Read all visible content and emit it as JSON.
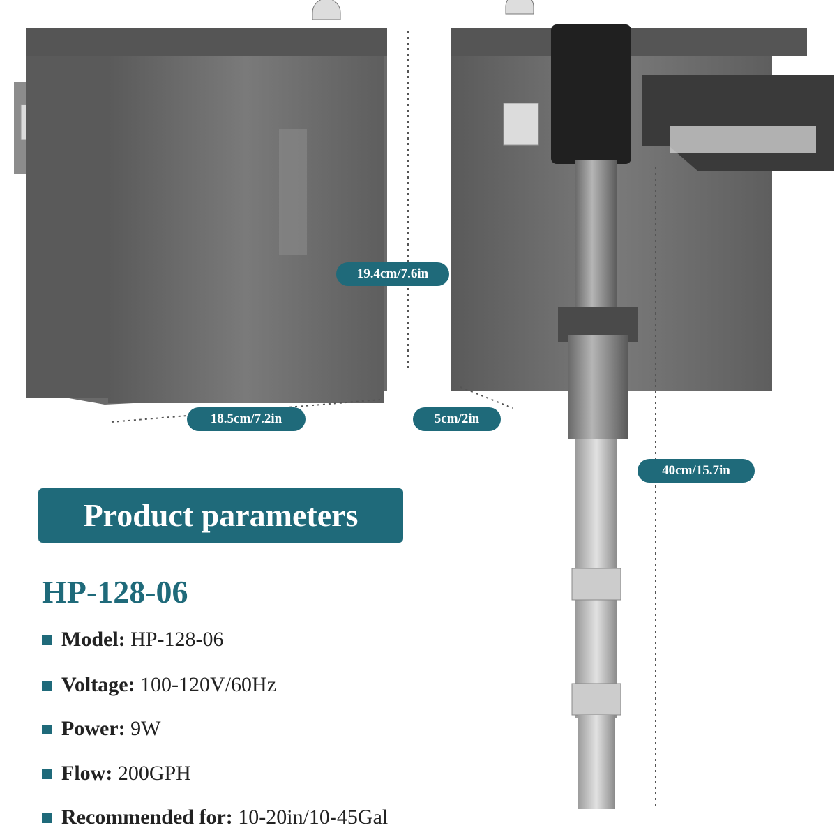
{
  "dimensions": {
    "height": "19.4cm/7.6in",
    "width": "18.5cm/7.2in",
    "depth": "5cm/2in",
    "total_height": "40cm/15.7in"
  },
  "section_title": "Product parameters",
  "model_title": "HP-128-06",
  "specs": [
    {
      "label": "Model:",
      "value": "HP-128-06"
    },
    {
      "label": "Voltage:",
      "value": "100-120V/60Hz"
    },
    {
      "label": "Power:",
      "value": "9W"
    },
    {
      "label": "Flow:",
      "value": "200GPH"
    },
    {
      "label": "Recommended for:",
      "value": "10-20in/10-45Gal"
    }
  ],
  "colors": {
    "accent": "#1f6a7a",
    "body": "#6e6e6e",
    "body_dark": "#4a4a4a",
    "text": "#222222"
  },
  "icons": [
    "filter-front-view",
    "filter-side-view",
    "intake-tube"
  ]
}
